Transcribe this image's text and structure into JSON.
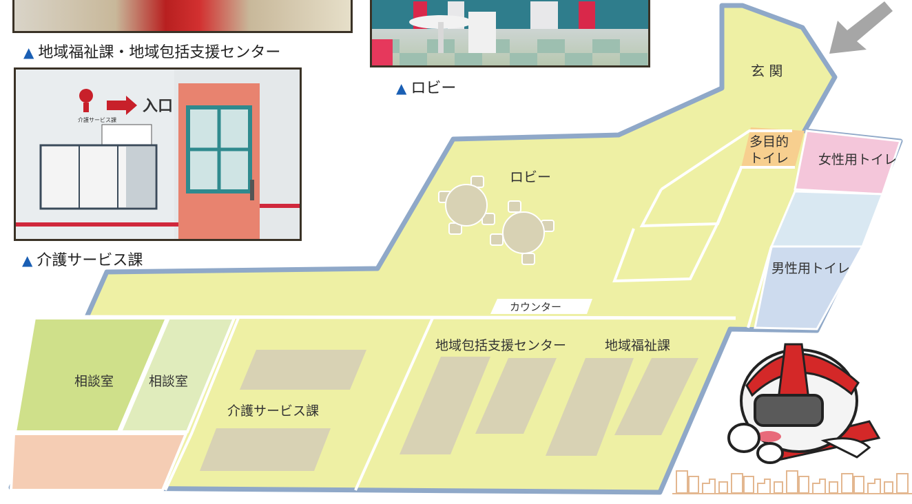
{
  "captions": {
    "welfare": "地域福祉課・地域包括支援センター",
    "lobby": "ロビー",
    "care": "介護サービス課"
  },
  "photo_sign": {
    "entrance": "入口",
    "dept": "介護サービス課"
  },
  "map": {
    "entrance": "玄 関",
    "lobby": "ロビー",
    "multipurpose_toilet_line1": "多目的",
    "multipurpose_toilet_line2": "トイレ",
    "womens_toilet": "女性用トイレ",
    "mens_toilet": "男性用トイレ",
    "counter": "カウンター",
    "consult_room_1": "相談室",
    "consult_room_2": "相談室",
    "care_service": "介護サービス課",
    "support_center": "地域包括支援センター",
    "welfare": "地域福祉課"
  },
  "colors": {
    "floor": "#eef0a4",
    "wall": "#8fa8c8",
    "toilet_mp": "#f7cf8f",
    "toilet_w": "#f4c6da",
    "toilet_m": "#cddbee",
    "consult_1": "#cfe08a",
    "consult_2": "#e0ecbc",
    "room_pink": "#f5cdb4",
    "desk": "#d8d2b4",
    "caption_triangle": "#1a5fb4"
  }
}
